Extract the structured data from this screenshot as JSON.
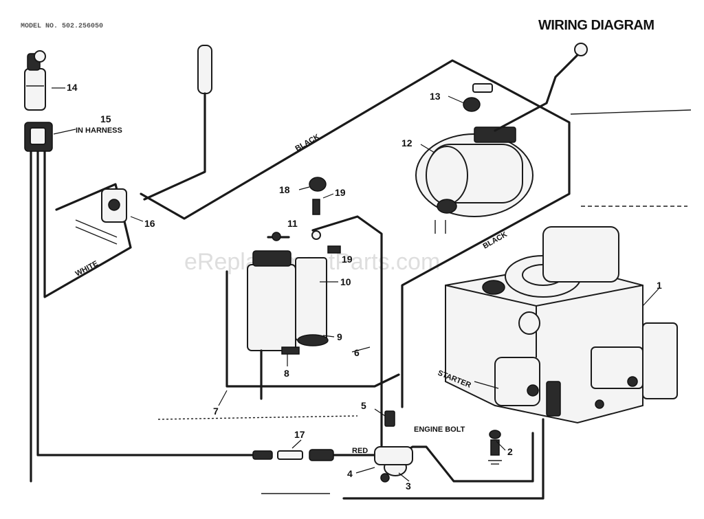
{
  "header": {
    "title": "WIRING DIAGRAM",
    "model_text": "MODEL NO. 502.256050"
  },
  "watermark": "eReplacementParts.com",
  "wire_labels": {
    "black_upper": "BLACK",
    "black_lower": "BLACK",
    "white": "WHITE",
    "red": "RED"
  },
  "component_labels": {
    "starter": "STARTER",
    "engine_bolt": "ENGINE BOLT",
    "in_harness": "IN HARNESS"
  },
  "callouts": {
    "c1": "1",
    "c2": "2",
    "c3": "3",
    "c4": "4",
    "c5": "5",
    "c6": "6",
    "c7": "7",
    "c8": "8",
    "c9": "9",
    "c10": "10",
    "c11": "11",
    "c12": "12",
    "c13": "13",
    "c14": "14",
    "c15": "15",
    "c16": "16",
    "c17": "17",
    "c18": "18",
    "c19a": "19",
    "c19b": "19"
  }
}
